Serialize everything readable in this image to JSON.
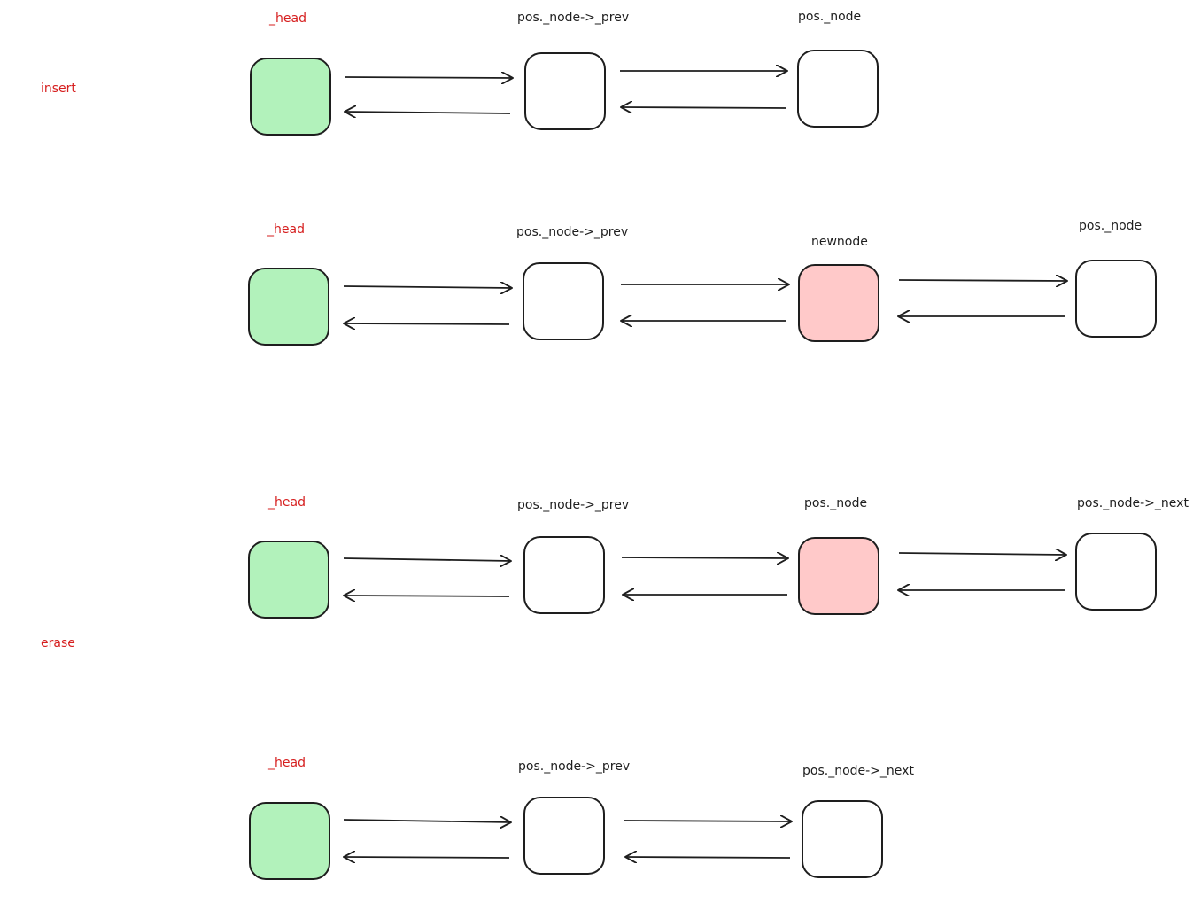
{
  "colors": {
    "head_fill": "#b2f2bb",
    "highlight_fill": "#ffc9c9",
    "node_fill": "#ffffff",
    "stroke": "#1e1e1e",
    "label_red": "#d61f1f",
    "label_black": "#1e1e1e"
  },
  "sections": {
    "insert": "insert",
    "erase": "erase"
  },
  "rows": [
    {
      "labels": [
        "_head",
        "pos._node->_prev",
        "pos._node"
      ]
    },
    {
      "labels": [
        "_head",
        "pos._node->_prev",
        "newnode",
        "pos._node"
      ]
    },
    {
      "labels": [
        "_head",
        "pos._node->_prev",
        "pos._node",
        "pos._node->_next"
      ]
    },
    {
      "labels": [
        "_head",
        "pos._node->_prev",
        "pos._node->_next"
      ]
    }
  ]
}
